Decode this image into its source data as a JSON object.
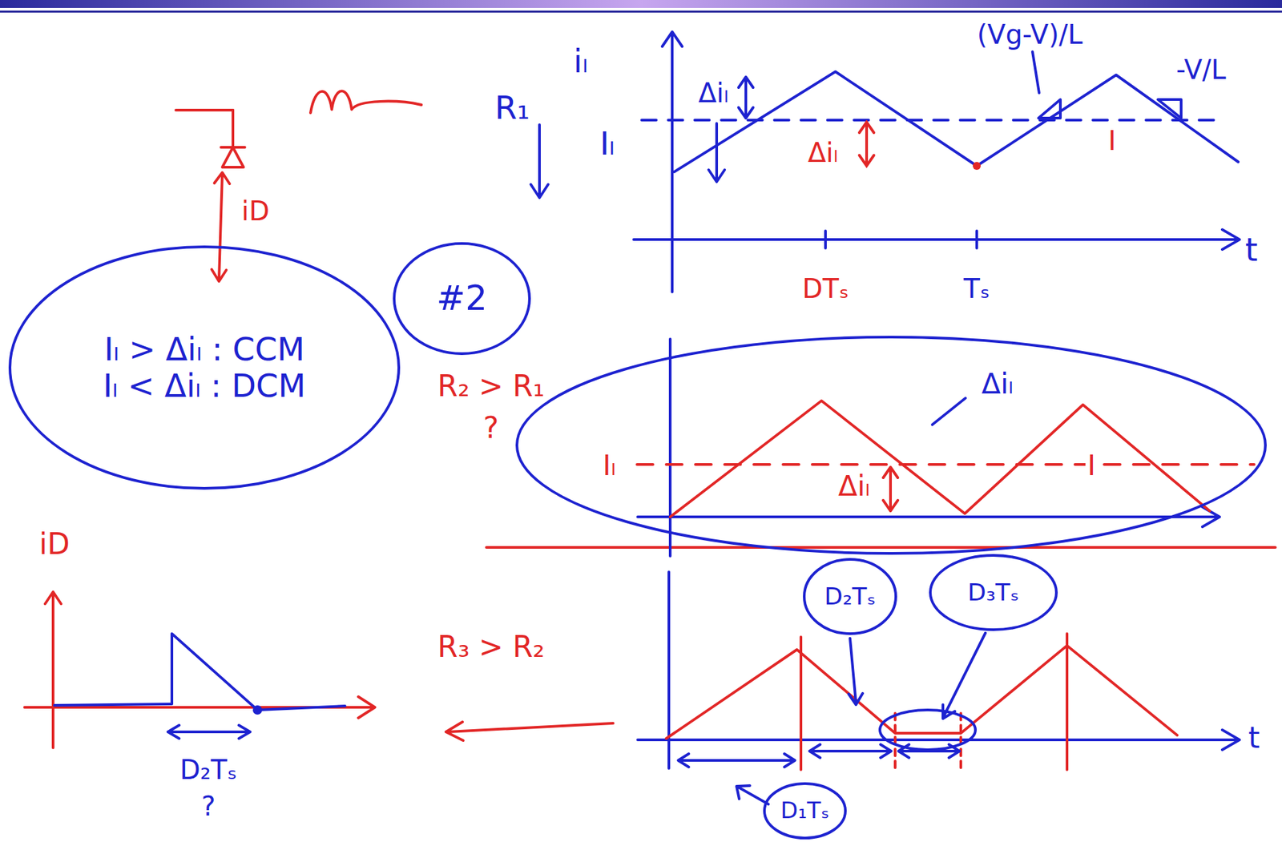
{
  "diagram": {
    "nodes": [
      {
        "text": [
          "Iₗ > Δiₗ : CCM",
          "Iₗ < Δiₗ : DCM"
        ]
      },
      {
        "text": [
          "#2"
        ]
      },
      {
        "text": [
          "Iₗ",
          "Δiₗ",
          "Δiₗ",
          "I"
        ]
      },
      {
        "text": [
          "D₂Tₛ"
        ]
      },
      {
        "text": [
          "D₃Tₛ"
        ]
      },
      {
        "text": [
          "D₁Tₛ"
        ]
      }
    ],
    "labels": [
      "iₗ",
      "R₁",
      "Iₗ",
      "Δiₗ",
      "(Vg-V)/L",
      "-V/L",
      "Δiₗ",
      "I",
      "DTₛ",
      "Tₛ",
      "t",
      "iD",
      "R₂ > R₁",
      "?",
      "R₃ > R₂",
      "t",
      "iD",
      "D₂Tₛ",
      "?"
    ]
  }
}
